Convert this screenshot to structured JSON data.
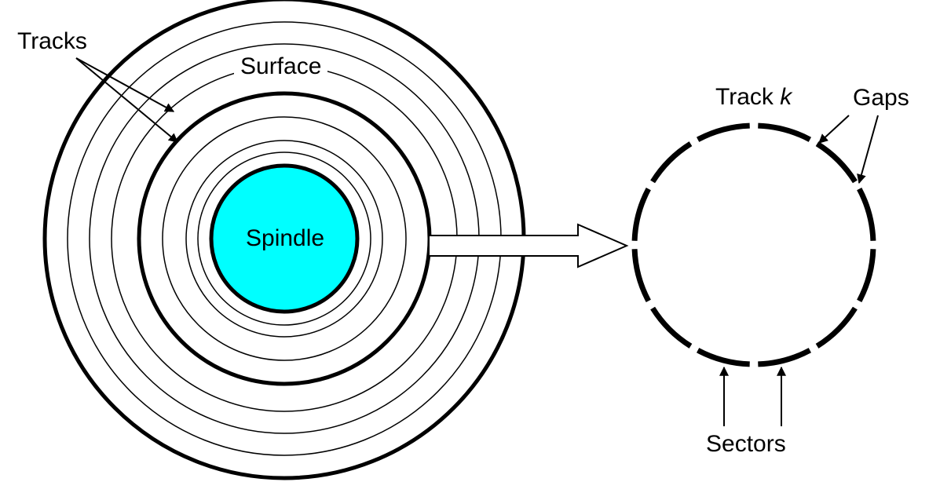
{
  "labels": {
    "tracks": "Tracks",
    "surface": "Surface",
    "spindle": "Spindle",
    "track_word": "Track",
    "track_k": "k",
    "gaps": "Gaps",
    "sectors": "Sectors"
  },
  "colors": {
    "spindle_fill": "#00FFFF",
    "stroke": "#000000",
    "background": "#FFFFFF"
  },
  "disk": {
    "tracks_thin": 8,
    "tracks_thick": 2
  },
  "track_k": {
    "sector_count": 12
  }
}
